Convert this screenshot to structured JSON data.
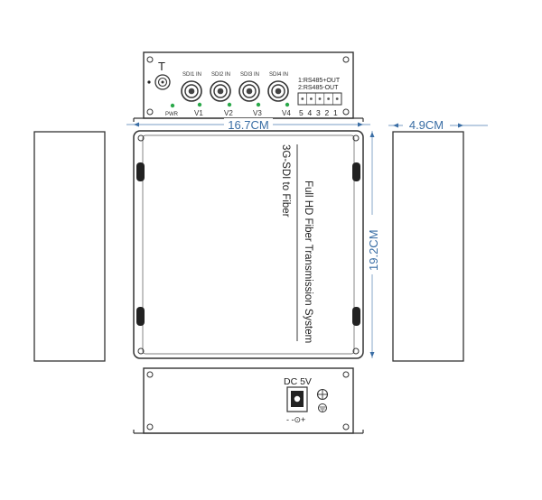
{
  "front_panel": {
    "t_label": "T",
    "inputs": [
      "SDI1 IN",
      "SDI2 IN",
      "SDI3 IN",
      "SDI4 IN"
    ],
    "pwr_label": "PWR",
    "video_leds": [
      "V1",
      "V2",
      "V3",
      "V4"
    ],
    "rs485_out_pos": "1:RS485+OUT",
    "rs485_out_neg": "2:RS485-OUT",
    "terminal_numbers": "5 4 3 2 1"
  },
  "top_view": {
    "product_name": "Full HD Fiber Transmission System",
    "product_model": "3G-SDI to Fiber"
  },
  "rear_panel": {
    "power_label": "DC 5V",
    "polarity": "- -⊙+"
  },
  "dimensions": {
    "width": "16.7CM",
    "depth": "19.2CM",
    "height": "4.9CM"
  },
  "colors": {
    "dimension_text": "#3a6ea5",
    "led": "#2aa84a",
    "outline": "#333333"
  }
}
